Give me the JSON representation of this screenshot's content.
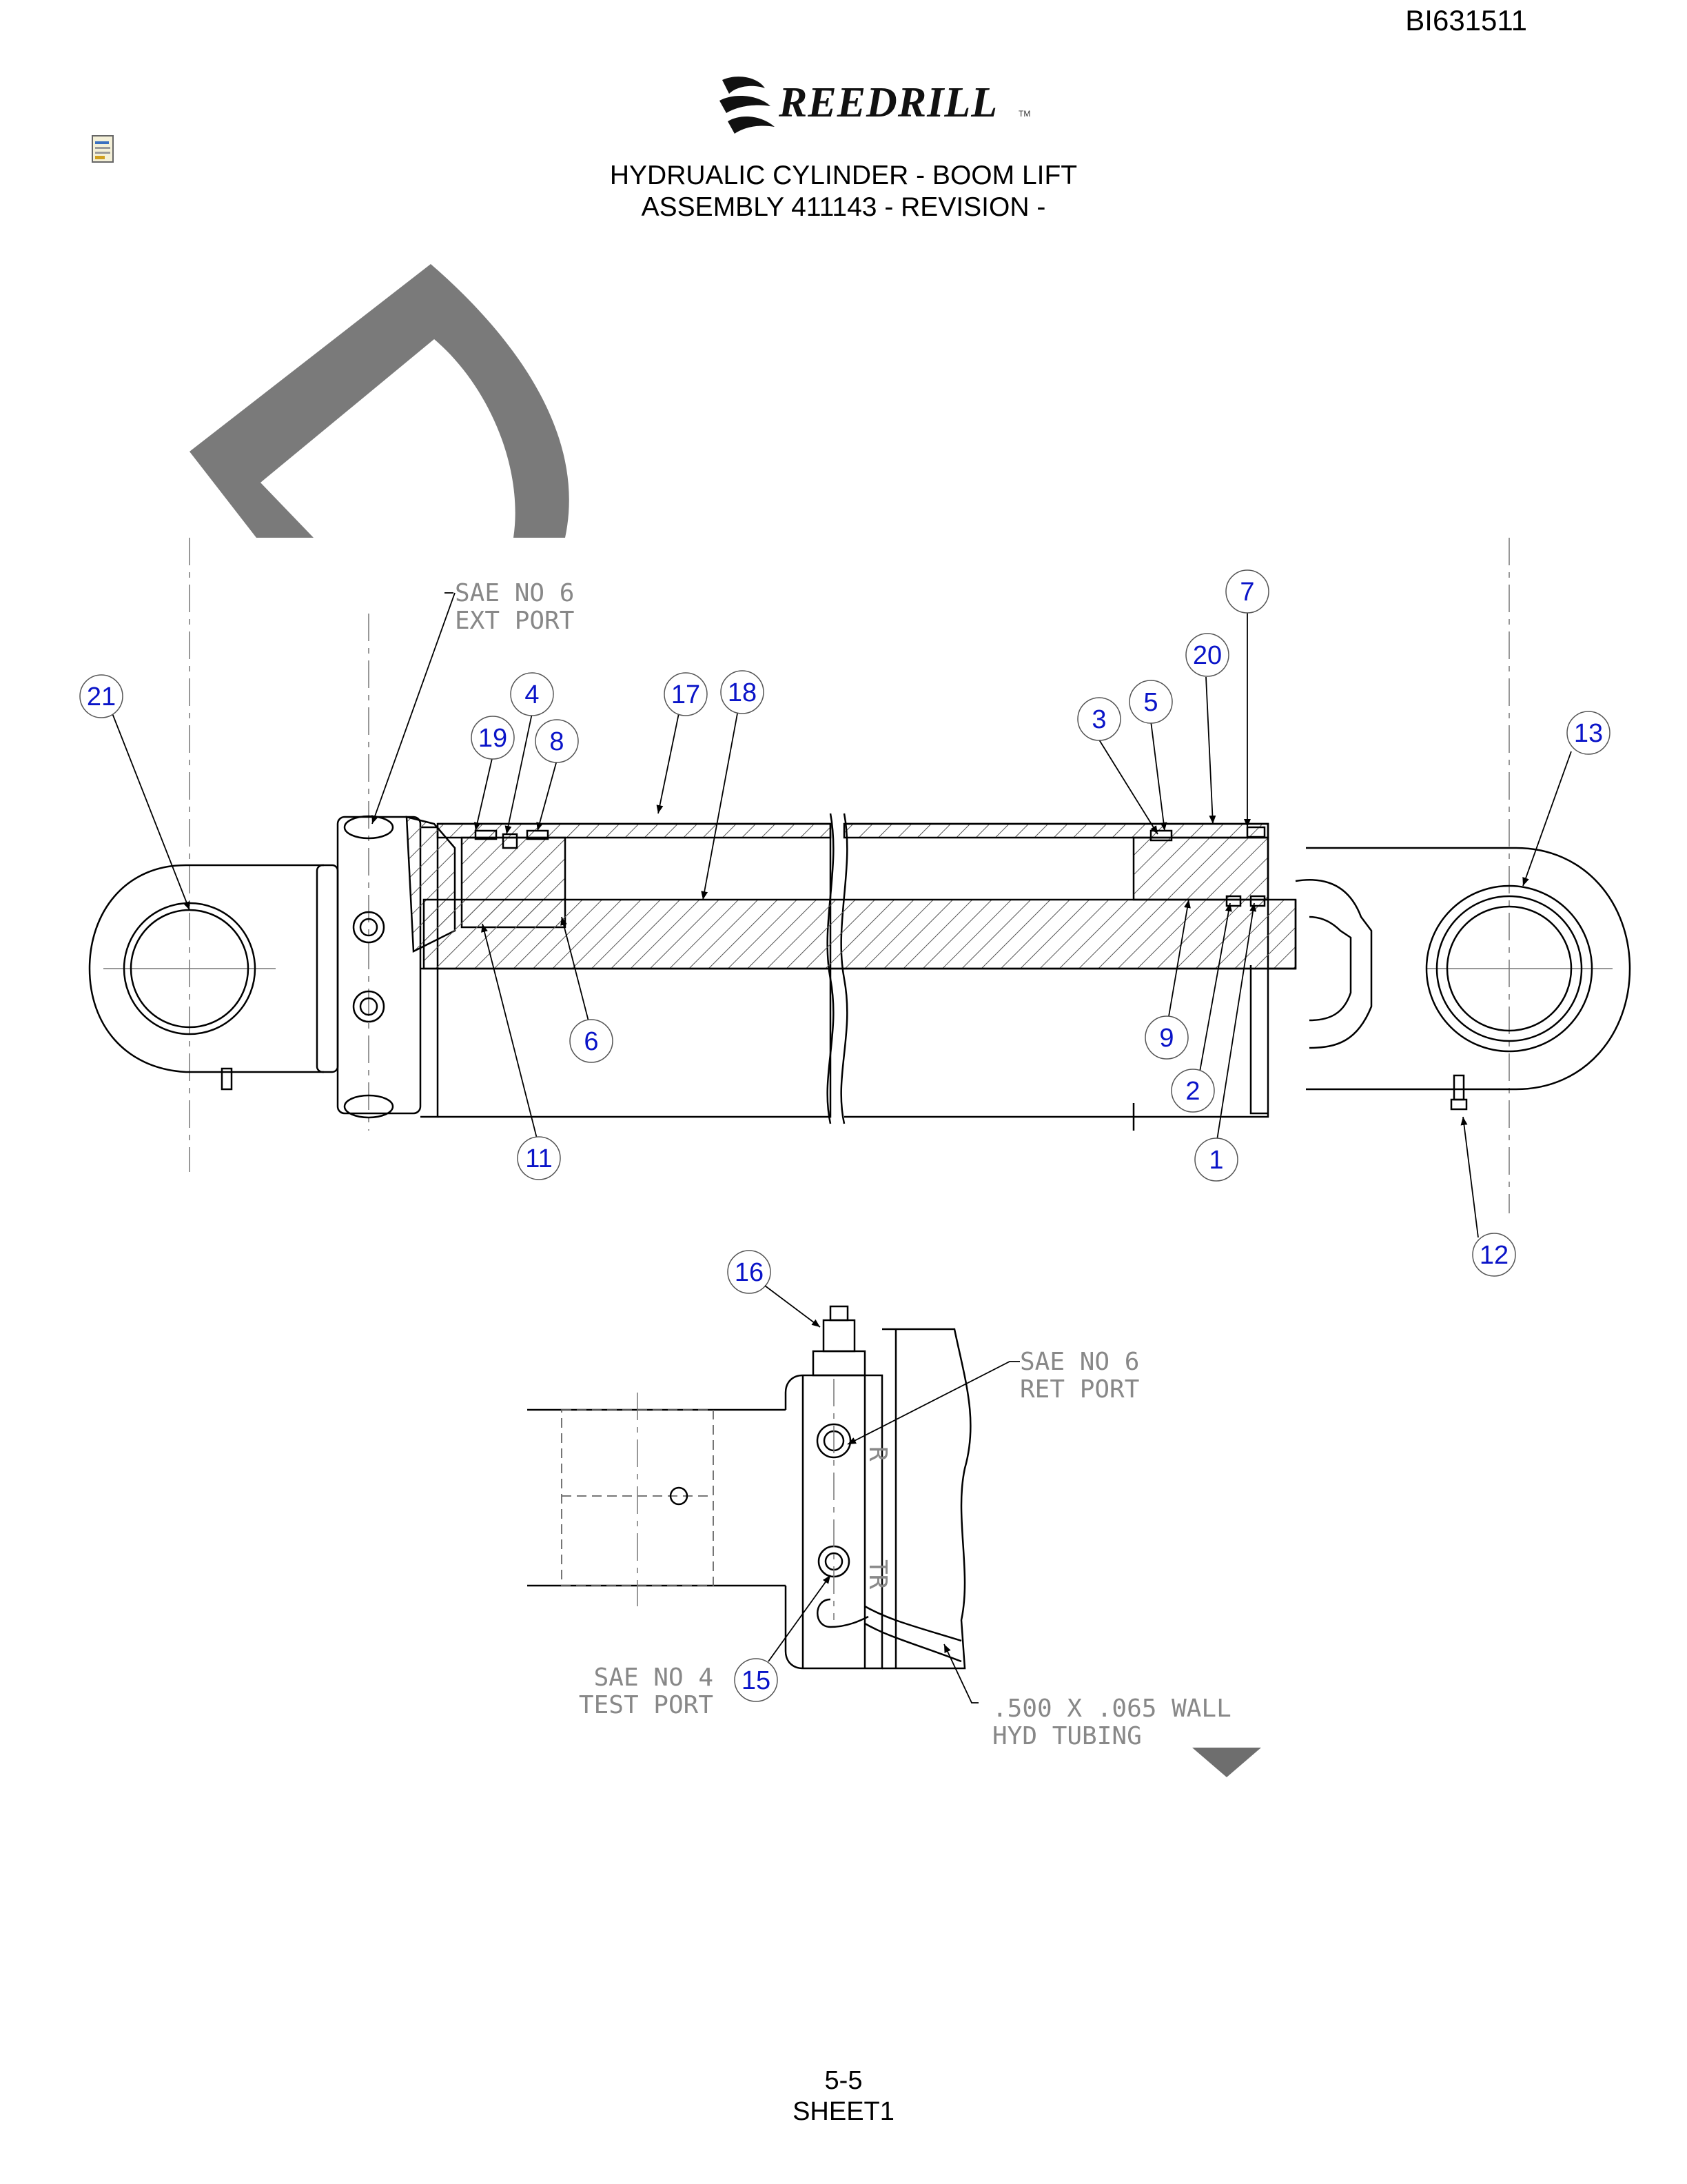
{
  "header": {
    "doc_id": "BI631511",
    "brand": "REEDRILL",
    "brand_tm": "TM",
    "title_line1": "HYDRUALIC CYLINDER - BOOM LIFT",
    "title_line2": "ASSEMBLY 411143 - REVISION -"
  },
  "notes": {
    "ext_port_l1": "SAE NO 6",
    "ext_port_l2": "EXT PORT",
    "ret_port_l1": "SAE NO 6",
    "ret_port_l2": "RET PORT",
    "test_port_l1": "SAE NO 4",
    "test_port_l2": "TEST PORT",
    "tubing_l1": ".500 X .065 WALL",
    "tubing_l2": "HYD TUBING",
    "port_mark_r": "R",
    "port_mark_tr": "TR"
  },
  "balloons": {
    "b1": "1",
    "b2": "2",
    "b3": "3",
    "b4": "4",
    "b5": "5",
    "b6": "6",
    "b7": "7",
    "b8": "8",
    "b9": "9",
    "b11": "11",
    "b12": "12",
    "b13": "13",
    "b15": "15",
    "b16": "16",
    "b17": "17",
    "b18": "18",
    "b19": "19",
    "b20": "20",
    "b21": "21"
  },
  "footer": {
    "page": "5-5",
    "sheet": "SHEET1"
  },
  "colors": {
    "balloon_text": "#0a14c8",
    "line": "#000000",
    "note_text": "#888888",
    "watermark": "#7a7a7a"
  }
}
